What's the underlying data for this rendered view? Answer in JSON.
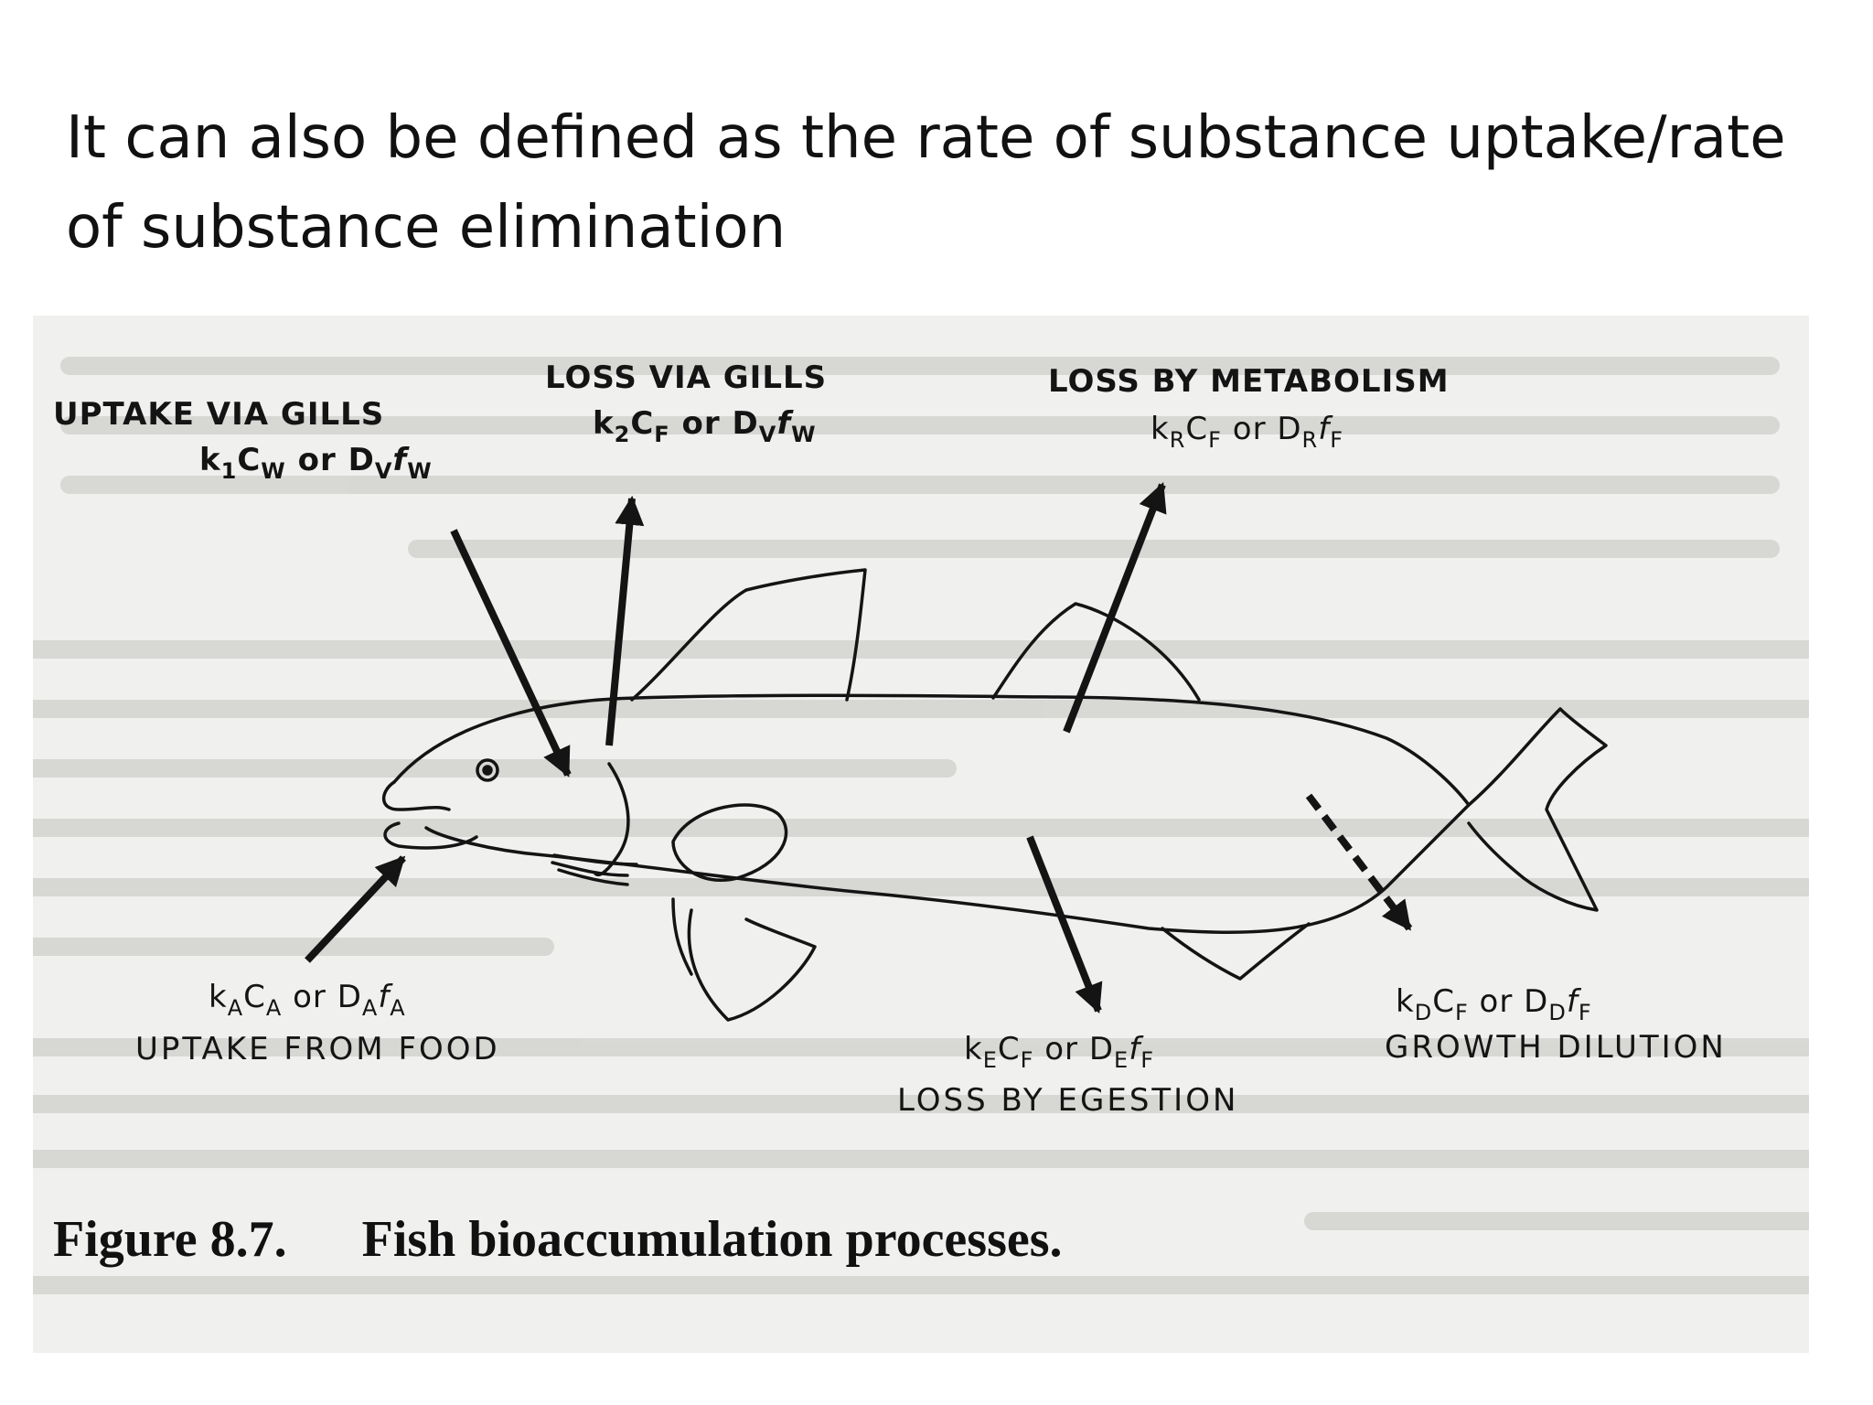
{
  "slide": {
    "title_line1": "It can also be defined as the rate of substance uptake/rate",
    "title_line2": "of substance elimination"
  },
  "figure": {
    "caption_label": "Figure 8.7.",
    "caption_text": "Fish bioaccumulation processes.",
    "labels": {
      "uptake_gills": {
        "title": "UPTAKE VIA GILLS",
        "formula": {
          "k": "k",
          "k_sub": "1",
          "c": "C",
          "c_sub": "W",
          "or": " or ",
          "d": "D",
          "d_sub": "V",
          "f": "f",
          "f_sub": "W"
        }
      },
      "loss_gills": {
        "title": "LOSS VIA GILLS",
        "formula": {
          "k": "k",
          "k_sub": "2",
          "c": "C",
          "c_sub": "F",
          "or": " or ",
          "d": "D",
          "d_sub": "V",
          "f": "f",
          "f_sub": "W"
        }
      },
      "loss_metabolism": {
        "title": "LOSS BY METABOLISM",
        "formula": {
          "k": "k",
          "k_sub": "R",
          "c": "C",
          "c_sub": "F",
          "or": " or ",
          "d": "D",
          "d_sub": "R",
          "f": "f",
          "f_sub": "F"
        }
      },
      "uptake_food": {
        "title": "UPTAKE FROM FOOD",
        "formula": {
          "k": "k",
          "k_sub": "A",
          "c": "C",
          "c_sub": "A",
          "or": " or ",
          "d": "D",
          "d_sub": "A",
          "f": "f",
          "f_sub": "A"
        }
      },
      "loss_egestion": {
        "title": "LOSS BY EGESTION",
        "formula": {
          "k": "k",
          "k_sub": "E",
          "c": "C",
          "c_sub": "F",
          "or": " or ",
          "d": "D",
          "d_sub": "E",
          "f": "f",
          "f_sub": "F"
        }
      },
      "growth_dilution": {
        "title": "GROWTH DILUTION",
        "formula": {
          "k": "k",
          "k_sub": "D",
          "c": "C",
          "c_sub": "F",
          "or": " or ",
          "d": "D",
          "d_sub": "D",
          "f": "f",
          "f_sub": "F"
        }
      }
    },
    "colors": {
      "ink": "#141414",
      "paper": "#f0f0ef",
      "ghost_text": "#c9c9c6"
    }
  }
}
